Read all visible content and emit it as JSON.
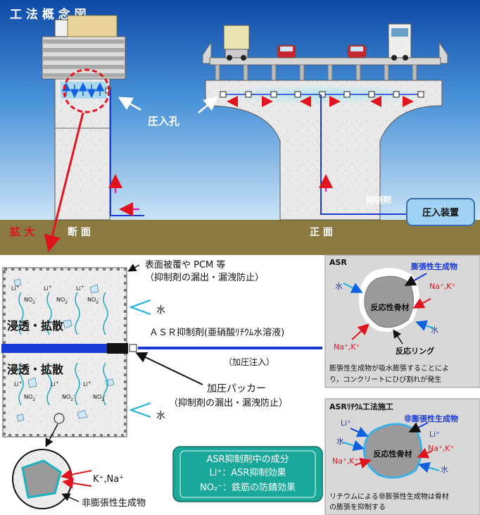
{
  "title": "工 法 概 念 図",
  "labels": {
    "injection_hole": "圧入孔",
    "enlarge": "拡 大",
    "section": "断 面",
    "front": "正 面",
    "inhibitor": "抑制剤",
    "pressure_device": "圧入装置"
  },
  "detail": {
    "coating_line1": "表面被覆や PCM 等",
    "coating_line2": "（抑制剤の漏出・漏洩防止）",
    "water": "水",
    "diffusion": "浸透・拡散",
    "li": "Li",
    "li_sup": "+",
    "no2": "NO",
    "no2_sub": "2",
    "no2_sup": "-",
    "asr_inhibitor": "ＡＳＲ抑制剤(亜硝酸ﾘﾁｳﾑ水溶液)",
    "pressure_injection": "（加圧注入）",
    "packer_line1": "加圧パッカー",
    "packer_line2": "（抑制剤の漏出・漏洩防止）",
    "kna": "K⁺,Na⁺",
    "non_expansive": "非膨張性生成物"
  },
  "components_box": {
    "title": "ASR抑制剤中の成分",
    "li_line": "Li⁺：ASR抑制効果",
    "no2_line": "NO₂⁻：鉄筋の防錆効果"
  },
  "asr_panel": {
    "heading": "ASR",
    "expansive": "膨張性生成物",
    "reactive_aggregate": "反応性骨材",
    "water": "水",
    "na_k": "Na⁺,K⁺",
    "reaction_ring": "反応リング",
    "caption_line1": "膨張性生成物が吸水膨張することによ",
    "caption_line2": "り，コンクリートにひび割れが発生"
  },
  "li_panel": {
    "heading": "ASRﾘﾁｳﾑ工法施工",
    "li": "Li⁺",
    "non_expansive": "非膨張性生成物",
    "reactive_aggregate": "反応性骨材",
    "water": "水",
    "na_k": "Na⁺,K⁺",
    "caption_line1": "リチウムによる非膨張性生成物は骨材",
    "caption_line2": "の膨張を抑制する"
  },
  "colors": {
    "sky_top": "#0e4aa8",
    "sky_bottom": "#c8e3f6",
    "ground": "#8a7a42",
    "pipe_blue": "#1a3ad8",
    "arrow_red": "#e0141e",
    "arrow_magenta": "#e020c8",
    "teal_box": "#1aa89a"
  }
}
